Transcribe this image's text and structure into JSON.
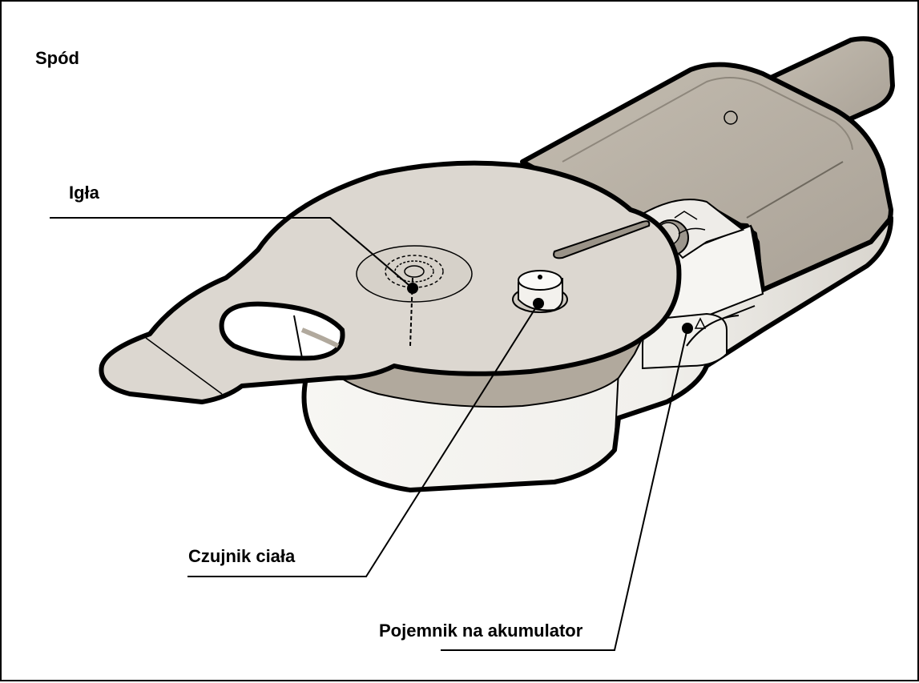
{
  "diagram": {
    "title": "Spód",
    "callouts": {
      "needle": "Igła",
      "body_sensor": "Czujnik ciała",
      "battery_compartment": "Pojemnik na akumulator"
    }
  },
  "colors": {
    "outline": "#000000",
    "plate": "#dcd7d0",
    "body_tan": "#bab3a7",
    "body_tan_dark": "#9e9689",
    "shell_white": "#f4f3f0",
    "shell_shadow": "#d9d6d0"
  }
}
